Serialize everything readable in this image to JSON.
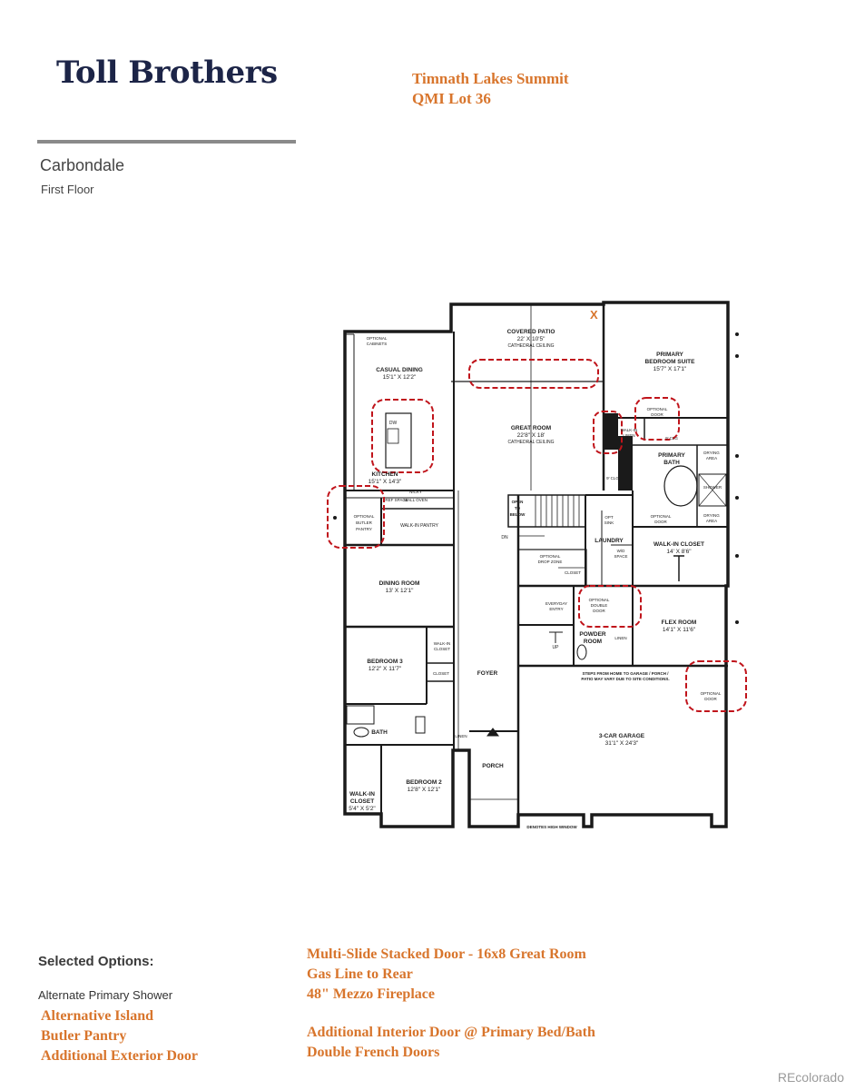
{
  "header": {
    "brand": "Toll Brothers",
    "community_line1": "Timnath Lakes Summit",
    "community_line2": "QMI Lot 36",
    "plan_name": "Carbondale",
    "floor": "First Floor"
  },
  "floorplan": {
    "marker": "X",
    "rooms": {
      "covered_patio": {
        "name": "COVERED PATIO",
        "dims": "22' X 10'5\"",
        "note": "CATHEDRAL CEILING"
      },
      "primary_suite": {
        "name": "PRIMARY",
        "name2": "BEDROOM SUITE",
        "dims": "15'7\" X 17'1\""
      },
      "casual_dining": {
        "name": "CASUAL DINING",
        "dims": "15'1\" X 12'2\""
      },
      "optional_cabinets": {
        "line1": "OPTIONAL",
        "line2": "CABINETS"
      },
      "great_room": {
        "name": "GREAT ROOM",
        "dims": "22'8\" X 18'",
        "note": "CATHEDRAL CEILING"
      },
      "kitchen": {
        "name": "KITCHEN",
        "dims": "15'1\" X 14'3\""
      },
      "dw": "DW",
      "ref_space": "REF SPACE",
      "nicky": "NICKY",
      "wall_oven": "WALL OVEN",
      "butler_pantry": {
        "line1": "OPTIONAL",
        "line2": "BUTLER",
        "line3": "PANTRY"
      },
      "walkin_pantry": "WALK-IN PANTRY",
      "open_below": {
        "line1": "OPEN",
        "line2": "TO",
        "line3": "BELOW"
      },
      "dn": "DN",
      "opt_sink": {
        "line1": "OPT",
        "line2": "SINK"
      },
      "laundry": "LAUNDRY",
      "wd_space": {
        "line1": "W/D",
        "line2": "SPACE"
      },
      "drop_zone": {
        "line1": "OPTIONAL",
        "line2": "DROP ZONE"
      },
      "closet": "CLOSET",
      "walkin_linen": {
        "line1": "WALK-IN",
        "line2": "LINEN"
      },
      "optional_door_top": {
        "line1": "OPTIONAL",
        "line2": "DOOR"
      },
      "clg_top": "9' CLG",
      "clg_mid": "9' CLG",
      "primary_bath": {
        "name": "PRIMARY",
        "name2": "BATH"
      },
      "drying_area_top": {
        "line1": "DRYING",
        "line2": "AREA"
      },
      "shower": "SHOWER",
      "drying_area_bot": {
        "line1": "DRYING",
        "line2": "AREA"
      },
      "optional_door_bath": {
        "line1": "OPTIONAL",
        "line2": "DOOR"
      },
      "walkin_closet_primary": {
        "name": "WALK-IN CLOSET",
        "dims": "14' X 8'6\""
      },
      "dining_room": {
        "name": "DINING ROOM",
        "dims": "13' X 12'1\""
      },
      "everyday_entry": {
        "line1": "EVERYDAY",
        "line2": "ENTRY"
      },
      "optional_double_door": {
        "line1": "OPTIONAL",
        "line2": "DOUBLE",
        "line3": "DOOR"
      },
      "flex_room": {
        "name": "FLEX ROOM",
        "dims": "14'1\" X 11'6\""
      },
      "powder_room": {
        "name": "POWDER",
        "name2": "ROOM"
      },
      "linen_powder": "LINEN",
      "up": "UP",
      "bedroom3": {
        "name": "BEDROOM 3",
        "dims": "12'2\" X 11'7\""
      },
      "walkin_closet_b3": {
        "line1": "WALK-IN",
        "line2": "CLOSET"
      },
      "closet_b3": "CLOSET",
      "foyer": "FOYER",
      "garage_note": {
        "line1": "STEPS FROM HOME TO GARAGE / PORCH /",
        "line2": "PATIO MAY VARY DUE TO SITE CONDITIONS."
      },
      "optional_door_garage": {
        "line1": "OPTIONAL",
        "line2": "DOOR"
      },
      "garage": {
        "name": "3-CAR GARAGE",
        "dims": "31'1\" X 24'3\""
      },
      "bath": "BATH",
      "linen_hall": "LINEN",
      "porch": "PORCH",
      "bedroom2": {
        "name": "BEDROOM 2",
        "dims": "12'8\" X 12'1\""
      },
      "walkin_closet_b2": {
        "name": "WALK-IN",
        "name2": "CLOSET",
        "dims": "5'4\" X 5'2\""
      },
      "high_window": "DENOTES HIGH WINDOW"
    }
  },
  "options": {
    "title": "Selected Options:",
    "standard": "Alternate Primary Shower",
    "left": [
      "Alternative Island",
      "Butler Pantry",
      "Additional Exterior Door"
    ],
    "right_group1": [
      "Multi-Slide Stacked Door - 16x8 Great Room",
      "Gas Line to Rear",
      "48\" Mezzo Fireplace"
    ],
    "right_group2": [
      "Additional Interior Door @ Primary Bed/Bath",
      "Double French Doors"
    ]
  },
  "watermark": "REcolorado",
  "colors": {
    "brand": "#1c2447",
    "accent": "#d8752c",
    "cloud": "#c0141b",
    "wall": "#1a1a1a"
  }
}
